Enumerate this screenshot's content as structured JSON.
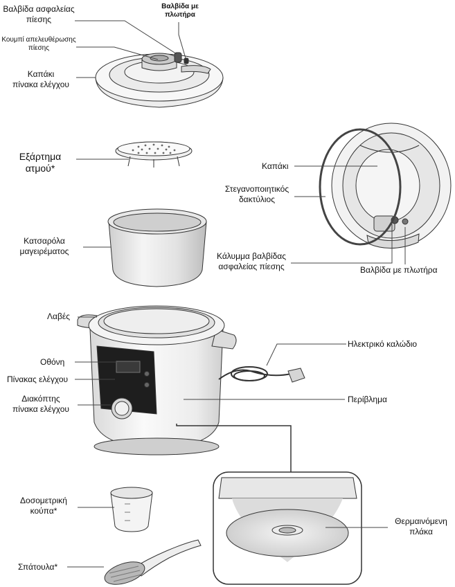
{
  "labels": {
    "safety_valve_top": [
      "Βαλβίδα ασφαλείας",
      "πίεσης"
    ],
    "float_valve_top": [
      "Βαλβίδα με",
      "πλωτήρα"
    ],
    "pressure_release_button": [
      "Κουμπί απελευθέρωσης",
      "πίεσης"
    ],
    "control_panel_lid": [
      "Καπάκι",
      "πίνακα ελέγχου"
    ],
    "steam_accessory": [
      "Εξάρτημα",
      "ατμού*"
    ],
    "lid": "Καπάκι",
    "sealing_ring": [
      "Στεγανοποιητικός",
      "δακτύλιος"
    ],
    "cooking_pot": [
      "Κατσαρόλα",
      "μαγειρέματος"
    ],
    "safety_valve_cover": [
      "Κάλυμμα βαλβίδας",
      "ασφαλείας πίεσης"
    ],
    "float_valve_side": "Βαλβίδα με πλωτήρα",
    "handles": "Λαβές",
    "power_cord": "Ηλεκτρικό καλώδιο",
    "display": "Οθόνη",
    "control_panel": "Πίνακας ελέγχου",
    "control_panel_switch": [
      "Διακόπτης",
      "πίνακα ελέγχου"
    ],
    "housing": "Περίβλημα",
    "measuring_cup": [
      "Δοσομετρική",
      "κούπα*"
    ],
    "heating_plate": [
      "Θερμαινόμενη",
      "πλάκα"
    ],
    "spatula": "Σπάτουλα*"
  }
}
